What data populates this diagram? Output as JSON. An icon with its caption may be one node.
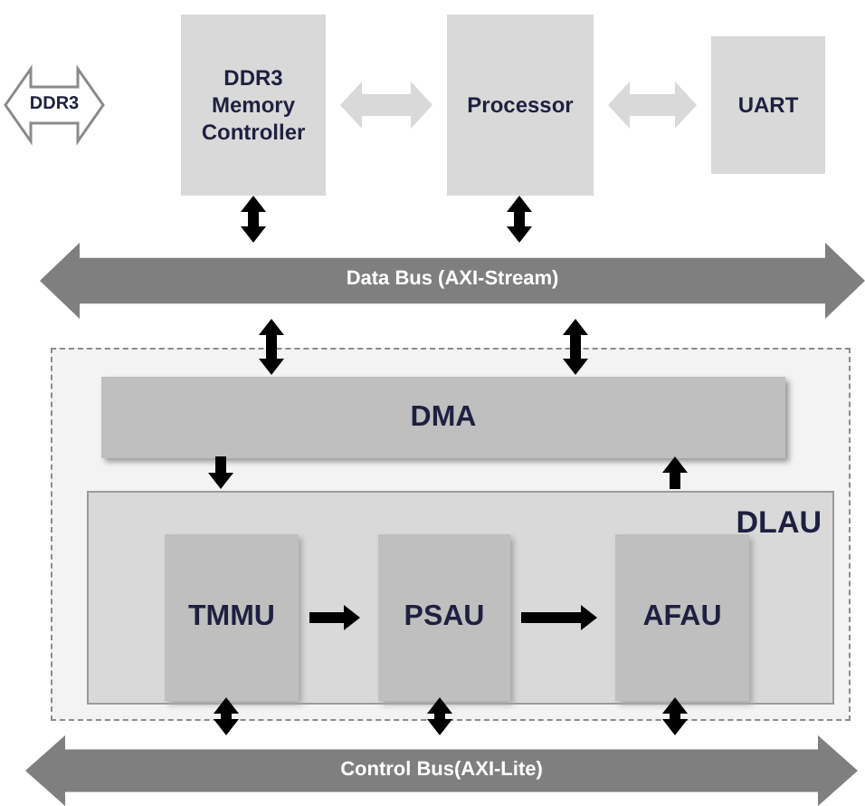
{
  "diagram": {
    "nodes": [
      {
        "text": [
          "DDR3"
        ]
      },
      {
        "text": [
          "DDR3 Memory Controller"
        ]
      },
      {
        "text": [
          "Processor"
        ]
      },
      {
        "text": [
          "UART"
        ]
      },
      {
        "text": [
          "Data Bus (AXI-Stream)"
        ]
      },
      {
        "text": [],
        "shape": "box"
      },
      {
        "text": [
          "DMA"
        ],
        "in": 5
      },
      {
        "text": [
          "DLAU"
        ],
        "in": 5
      },
      {
        "text": [
          "TMMU"
        ],
        "in": 7
      },
      {
        "text": [
          "PSAU"
        ],
        "in": 7
      },
      {
        "text": [
          "AFAU"
        ],
        "in": 7
      },
      {
        "text": [
          "Control Bus(AXI-Lite)"
        ]
      }
    ],
    "edges": [
      {
        "from": 1,
        "to": 2,
        "arrow": "both",
        "style": "thick",
        "color": "#d9d9d9"
      },
      {
        "from": 2,
        "to": 3,
        "arrow": "both",
        "style": "thick",
        "color": "#d9d9d9"
      },
      {
        "from": 1,
        "to": 4,
        "arrow": "both"
      },
      {
        "from": 2,
        "to": 4,
        "arrow": "both"
      },
      {
        "from": 4,
        "to": 6,
        "arrow": "both"
      },
      {
        "from": 4,
        "to": 6,
        "arrow": "both"
      },
      {
        "from": 6,
        "to": 7,
        "arrow": "to"
      },
      {
        "from": 7,
        "to": 6,
        "arrow": "to"
      },
      {
        "from": 8,
        "to": 9,
        "arrow": "to"
      },
      {
        "from": 9,
        "to": 10,
        "arrow": "to"
      },
      {
        "from": 8,
        "to": 11,
        "arrow": "both"
      },
      {
        "from": 9,
        "to": 11,
        "arrow": "both"
      },
      {
        "from": 10,
        "to": 11,
        "arrow": "both"
      }
    ]
  }
}
